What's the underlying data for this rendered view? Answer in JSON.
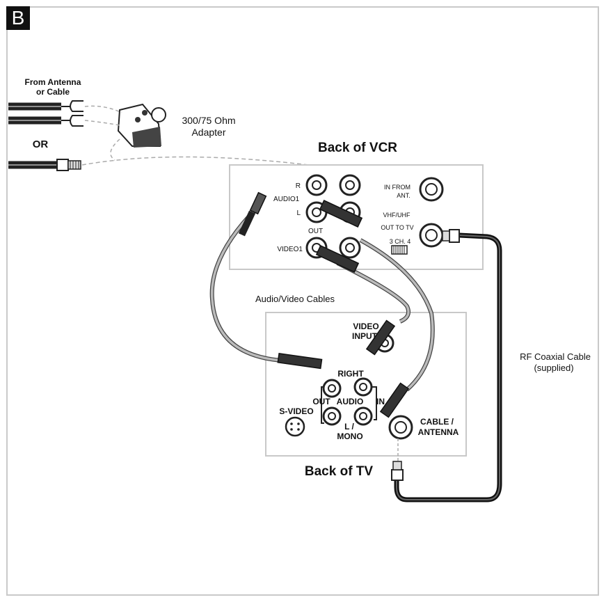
{
  "badge": "B",
  "labels": {
    "from_antenna_1": "From Antenna",
    "from_antenna_2": "or Cable",
    "or": "OR",
    "adapter_1": "300/75 Ohm",
    "adapter_2": "Adapter",
    "back_of_vcr": "Back of VCR",
    "vcr_r": "R",
    "vcr_audio1": "AUDIO1",
    "vcr_l": "L",
    "vcr_out": "OUT",
    "vcr_video1": "VIDEO1",
    "vcr_in_from_1": "IN FROM",
    "vcr_in_from_2": "ANT.",
    "vcr_vhf_uhf": "VHF/UHF",
    "vcr_out_to_tv": "OUT TO TV",
    "vcr_ch": "3 CH. 4",
    "av_cables": "Audio/Video Cables",
    "tv_video_1": "VIDEO",
    "tv_video_2": "INPUT",
    "tv_right": "RIGHT",
    "tv_out": "OUT",
    "tv_audio": "AUDIO",
    "tv_in": "IN",
    "tv_svideo": "S-VIDEO",
    "tv_l": "L /",
    "tv_mono": "MONO",
    "tv_cable_1": "CABLE /",
    "tv_cable_2": "ANTENNA",
    "back_of_tv": "Back of TV",
    "rf_1": "RF Coaxial Cable",
    "rf_2": "(supplied)"
  }
}
